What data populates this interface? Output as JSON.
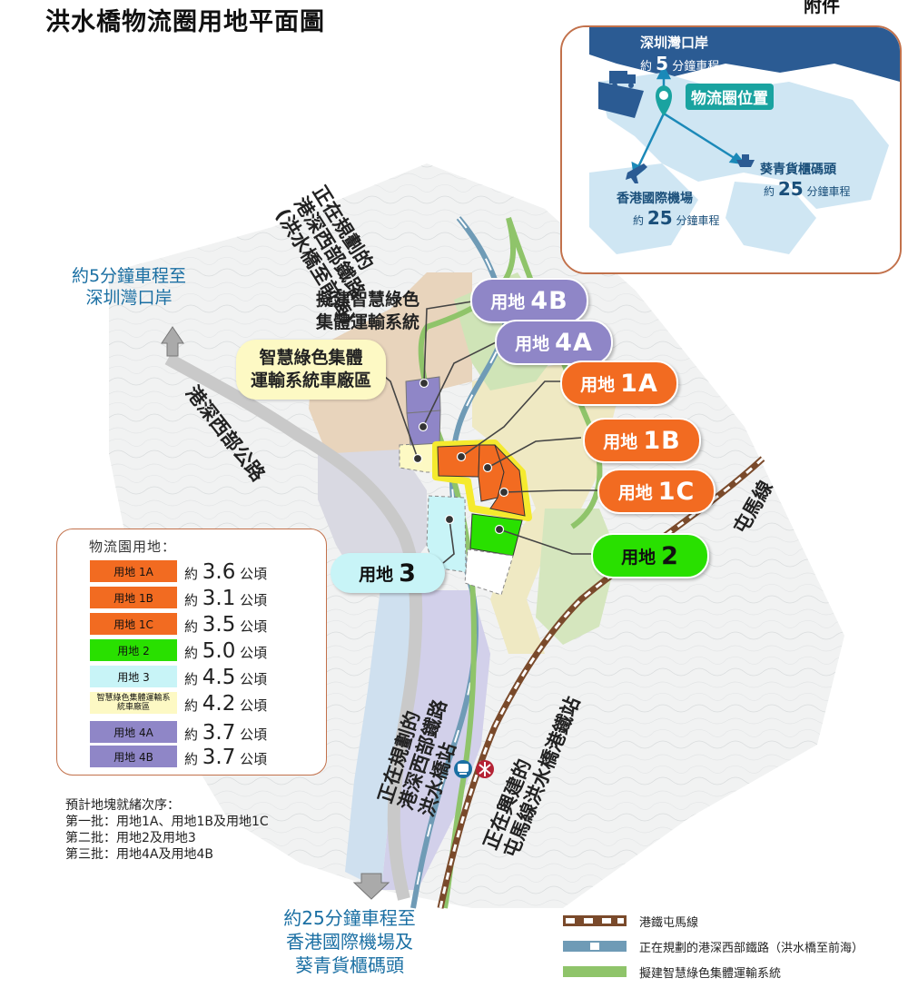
{
  "title": "洪水橋物流圈用地平面圖",
  "title_cut": "附件",
  "inset": {
    "sz_port": "深圳灣口岸",
    "sz_time_pre": "約",
    "sz_time_num": "5",
    "sz_time_post": "分鐘車程",
    "location_label": "物流圈位置",
    "airport": "香港國際機場",
    "airport_time_pre": "約",
    "airport_time_num": "25",
    "airport_time_post": "分鐘車程",
    "terminal": "葵青貨櫃碼頭",
    "terminal_time_pre": "約",
    "terminal_time_num": "25",
    "terminal_time_post": "分鐘車程"
  },
  "site_pills": [
    {
      "id": "4B",
      "prefix": "用地",
      "code": "4B",
      "style": "purple"
    },
    {
      "id": "4A",
      "prefix": "用地",
      "code": "4A",
      "style": "purple"
    },
    {
      "id": "1A",
      "prefix": "用地",
      "code": "1A",
      "style": "orange"
    },
    {
      "id": "1B",
      "prefix": "用地",
      "code": "1B",
      "style": "orange"
    },
    {
      "id": "1C",
      "prefix": "用地",
      "code": "1C",
      "style": "orange"
    },
    {
      "id": "2",
      "prefix": "用地",
      "code": "2",
      "style": "green"
    },
    {
      "id": "3",
      "prefix": "用地",
      "code": "3",
      "style": "cyan"
    }
  ],
  "labels": {
    "planned_rail_top": [
      "正在規劃的",
      "港深西部鐵路",
      "(洪水橋至前海)"
    ],
    "transit_system": [
      "擬建智慧綠色",
      "集體運輸系統"
    ],
    "depot": [
      "智慧綠色集體",
      "運輸系統車廠區"
    ],
    "to_sz": [
      "約5分鐘車程至",
      "深圳灣口岸"
    ],
    "highway": "港深西部公路",
    "tuen_ma_line": "屯馬線",
    "planned_station": [
      "正在規劃的",
      "港深西部鐵路",
      "洪水橋站"
    ],
    "building_station": [
      "正在興建的",
      "屯馬線洪水橋港鐵站"
    ],
    "to_airport": [
      "約25分鐘車程至",
      "香港國際機場及",
      "葵青貨櫃碼頭"
    ]
  },
  "legend": {
    "title": "物流園用地：",
    "rows": [
      {
        "label": "用地 1A",
        "pre": "約",
        "value": "3.6",
        "unit": "公頃",
        "color": "#f26b21"
      },
      {
        "label": "用地 1B",
        "pre": "約",
        "value": "3.1",
        "unit": "公頃",
        "color": "#f26b21"
      },
      {
        "label": "用地 1C",
        "pre": "約",
        "value": "3.5",
        "unit": "公頃",
        "color": "#f26b21"
      },
      {
        "label": "用地 2",
        "pre": "約",
        "value": "5.0",
        "unit": "公頃",
        "color": "#29e000"
      },
      {
        "label": "用地 3",
        "pre": "約",
        "value": "4.5",
        "unit": "公頃",
        "color": "#c8f4f7"
      },
      {
        "label": "智慧綠色集體運輸系統車廠區",
        "pre": "約",
        "value": "4.2",
        "unit": "公頃",
        "color": "#fdf9c4"
      },
      {
        "label": "用地 4A",
        "pre": "約",
        "value": "3.7",
        "unit": "公頃",
        "color": "#8f86c7"
      },
      {
        "label": "用地 4B",
        "pre": "約",
        "value": "3.7",
        "unit": "公頃",
        "color": "#8f86c7"
      }
    ]
  },
  "schedule": {
    "heading": "預計地塊就緒次序：",
    "lines": [
      "第一批：用地1A、用地1B及用地1C",
      "第二批：用地2及用地3",
      "第三批：用地4A及用地4B"
    ]
  },
  "bottom_legend": [
    {
      "label": "港鐵屯馬線",
      "kind": "mtr"
    },
    {
      "label": "正在規劃的港深西部鐵路（洪水橋至前海）",
      "kind": "rail"
    },
    {
      "label": "擬建智慧綠色集體運輸系統",
      "kind": "transit"
    }
  ],
  "colors": {
    "orange": "#f26b21",
    "green": "#29e000",
    "cyan": "#c8f4f7",
    "purple": "#8f86c7",
    "depot": "#fdf9c4",
    "teal_blue": "#1a6fa3",
    "frame": "#c2714b"
  }
}
